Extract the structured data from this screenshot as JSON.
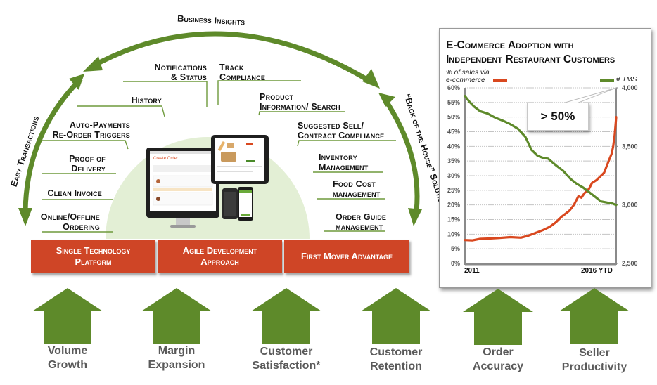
{
  "arcs": {
    "top_label": "Business Insights",
    "left_label": "Easy Transactions",
    "right_label": "“Back of the House” Solutions"
  },
  "features_left": [
    {
      "line1": "Notifications",
      "line2": "& Status"
    },
    {
      "line1": "History",
      "line2": ""
    },
    {
      "line1": "Auto-Payments",
      "line2": "Re-Order Triggers"
    },
    {
      "line1": "Proof of",
      "line2": "Delivery"
    },
    {
      "line1": "Clean Invoice",
      "line2": ""
    },
    {
      "line1": "Online/Offline",
      "line2": "Ordering"
    }
  ],
  "features_right": [
    {
      "line1": "Track",
      "line2": "Compliance"
    },
    {
      "line1": "Product",
      "line2": "Information/ Search"
    },
    {
      "line1": "Suggested Sell/",
      "line2": "Contract Compliance"
    },
    {
      "line1": "Inventory",
      "line2": "Management"
    },
    {
      "line1": "Food Cost",
      "line2": "management"
    },
    {
      "line1": "Order Guide",
      "line2": "management"
    }
  ],
  "device_mockup": {
    "screen_title": "Create Order"
  },
  "pillars": [
    {
      "line1": "Single Technology",
      "line2": "Platform"
    },
    {
      "line1": "Agile Development",
      "line2": "Approach"
    },
    {
      "line1": "First Mover Advantage",
      "line2": ""
    }
  ],
  "outcomes": [
    {
      "line1": "Volume",
      "line2": "Growth"
    },
    {
      "line1": "Margin",
      "line2": "Expansion"
    },
    {
      "line1": "Customer",
      "line2": "Satisfaction*"
    },
    {
      "line1": "Customer",
      "line2": "Retention"
    },
    {
      "line1": "Order",
      "line2": "Accuracy"
    },
    {
      "line1": "Seller",
      "line2": "Productivity"
    }
  ],
  "colors": {
    "green": "#5e8a2a",
    "red": "#cf4526",
    "light_green": "#e2efd4",
    "gray_text": "#5a5a5a"
  },
  "chart_data": {
    "type": "line",
    "title_line1": "E-Commerce Adoption with",
    "title_line2": "Independent Restaurant Customers",
    "callout": "> 50%",
    "x_labels": {
      "start": "2011",
      "end": "2016 YTD"
    },
    "left_axis": {
      "label_line1": "% of sales via",
      "label_line2": "e-commerce",
      "ticks": [
        "0%",
        "5%",
        "10%",
        "15%",
        "20%",
        "25%",
        "30%",
        "35%",
        "40%",
        "45%",
        "50%",
        "55%",
        "60%"
      ],
      "range": [
        0,
        60
      ]
    },
    "right_axis": {
      "label": "# TMS",
      "ticks": [
        "2,500",
        "3,000",
        "3,500",
        "4,000"
      ],
      "range": [
        2500,
        4000
      ]
    },
    "grid": true,
    "series": [
      {
        "name": "% of sales via e-commerce",
        "axis": "left",
        "color": "#d9481f",
        "points": [
          [
            0,
            8
          ],
          [
            0.05,
            7.9
          ],
          [
            0.1,
            8.4
          ],
          [
            0.15,
            8.5
          ],
          [
            0.22,
            8.7
          ],
          [
            0.3,
            9
          ],
          [
            0.37,
            8.8
          ],
          [
            0.42,
            9.5
          ],
          [
            0.47,
            10.5
          ],
          [
            0.52,
            11.5
          ],
          [
            0.56,
            12.5
          ],
          [
            0.6,
            14
          ],
          [
            0.64,
            16
          ],
          [
            0.69,
            18
          ],
          [
            0.72,
            20
          ],
          [
            0.75,
            23
          ],
          [
            0.77,
            22.5
          ],
          [
            0.79,
            24
          ],
          [
            0.82,
            25.5
          ],
          [
            0.84,
            27.5
          ],
          [
            0.87,
            28.5
          ],
          [
            0.9,
            30
          ],
          [
            0.92,
            31
          ],
          [
            0.95,
            35
          ],
          [
            0.97,
            37.5
          ],
          [
            0.98,
            40
          ],
          [
            0.99,
            44
          ],
          [
            1.0,
            50
          ]
        ]
      },
      {
        "name": "# TMS",
        "axis": "right",
        "color": "#5e8a2a",
        "points": [
          [
            0,
            3930
          ],
          [
            0.03,
            3880
          ],
          [
            0.06,
            3840
          ],
          [
            0.1,
            3800
          ],
          [
            0.15,
            3780
          ],
          [
            0.2,
            3745
          ],
          [
            0.25,
            3720
          ],
          [
            0.3,
            3690
          ],
          [
            0.35,
            3650
          ],
          [
            0.4,
            3580
          ],
          [
            0.44,
            3470
          ],
          [
            0.48,
            3420
          ],
          [
            0.52,
            3400
          ],
          [
            0.55,
            3395
          ],
          [
            0.6,
            3340
          ],
          [
            0.65,
            3290
          ],
          [
            0.7,
            3220
          ],
          [
            0.74,
            3180
          ],
          [
            0.78,
            3150
          ],
          [
            0.82,
            3110
          ],
          [
            0.86,
            3070
          ],
          [
            0.9,
            3030
          ],
          [
            0.94,
            3020
          ],
          [
            0.97,
            3015
          ],
          [
            1.0,
            3000
          ]
        ]
      }
    ]
  }
}
